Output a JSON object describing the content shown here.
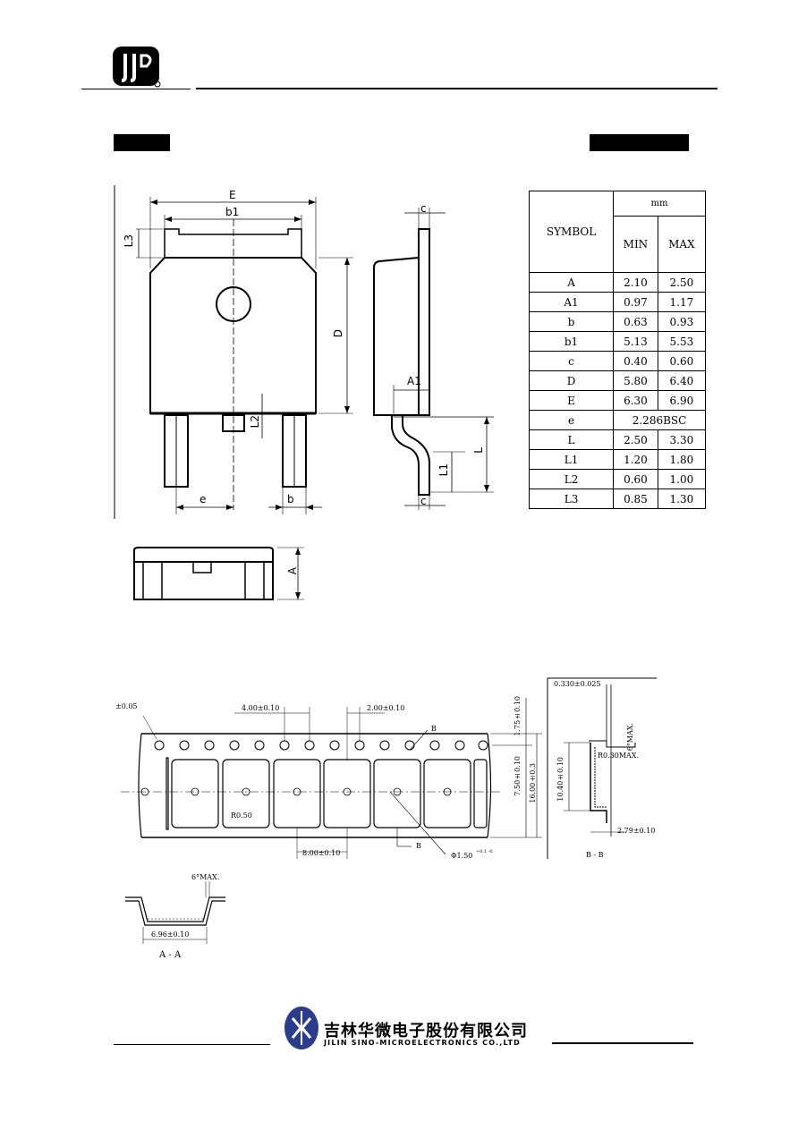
{
  "dimensions_table": {
    "symbol_header": "SYMBOL",
    "unit_header": "mm",
    "min_header": "MIN",
    "max_header": "MAX",
    "rows": [
      {
        "symbol": "A",
        "min": "2.10",
        "max": "2.50"
      },
      {
        "symbol": "A1",
        "min": "0.97",
        "max": "1.17"
      },
      {
        "symbol": "b",
        "min": "0.63",
        "max": "0.93"
      },
      {
        "symbol": "b1",
        "min": "5.13",
        "max": "5.53"
      },
      {
        "symbol": "c",
        "min": "0.40",
        "max": "0.60"
      },
      {
        "symbol": "D",
        "min": "5.80",
        "max": "6.40"
      },
      {
        "symbol": "E",
        "min": "6.30",
        "max": "6.90"
      },
      {
        "symbol": "e",
        "combined": "2.286BSC"
      },
      {
        "symbol": "L",
        "min": "2.50",
        "max": "3.30"
      },
      {
        "symbol": "L1",
        "min": "1.20",
        "max": "1.80"
      },
      {
        "symbol": "L2",
        "min": "0.60",
        "max": "1.00"
      },
      {
        "symbol": "L3",
        "min": "0.85",
        "max": "1.30"
      }
    ]
  },
  "package_drawing": {
    "label_E": "E",
    "label_b1": "b1",
    "label_L3": "L3",
    "label_D": "D",
    "label_L2": "L2",
    "label_e": "e",
    "label_b": "b",
    "label_c_top": "c",
    "label_A1": "A1",
    "label_L1": "L1",
    "label_L": "L",
    "label_c_bottom": "c",
    "label_A": "A"
  },
  "tape_drawing": {
    "tol_left": "±0.05",
    "pitch_4": "4.00±0.10",
    "pitch_2": "2.00±0.10",
    "edge_175": "1.75±0.10",
    "label_B": "B",
    "dim_750": "7.50±0.10",
    "dim_1600": "16.00±0.3",
    "r050": "R0.50",
    "pitch_8": "8.00±0.10",
    "label_B2": "B",
    "hole_dia": "Φ1.50",
    "hole_tol": "+0.1 -0",
    "thickness": "0.330±0.025",
    "angle_side": "6°MAX.",
    "r030": "R0.30MAX.",
    "dim_1040": "10.40±0.10",
    "dim_279": "2.79±0.10",
    "section_bb": "B - B",
    "angle_a": "6°MAX.",
    "dim_696": "6.96±0.10",
    "section_aa": "A - A"
  },
  "footer": {
    "company_cn": "吉林华微电子股份有限公司",
    "company_en": "JILIN SINO-MICROELECTRONICS CO.,LTD"
  },
  "colors": {
    "ink": "#000000",
    "paper": "#ffffff",
    "footer_logo": "#2b3c8c"
  }
}
